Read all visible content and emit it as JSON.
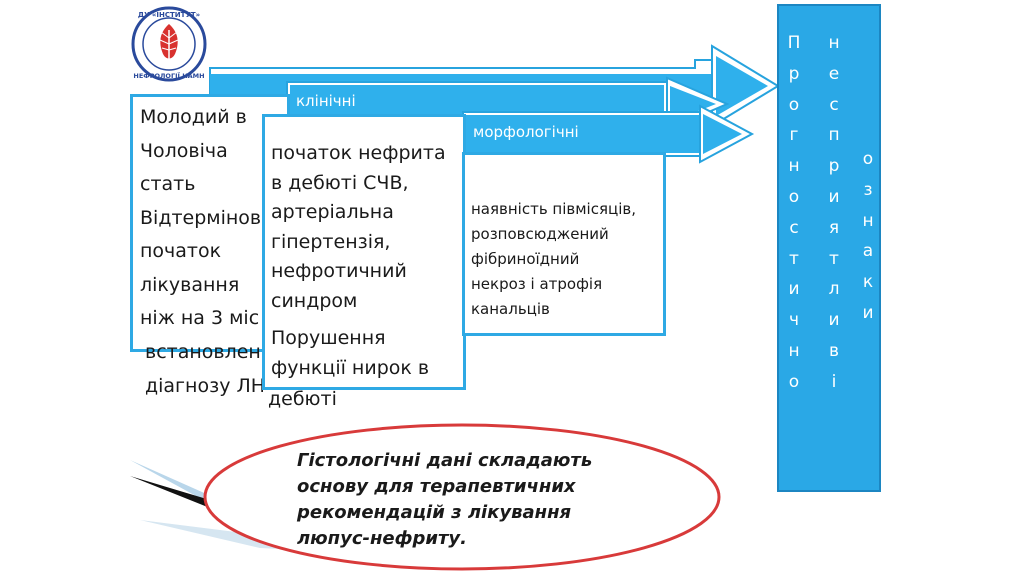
{
  "logo": {
    "ring_text": "ДУ «Інститут нефрології НАМН України»"
  },
  "arrows": {
    "clinical_label": "клінічні",
    "morph_label": "морфологічні"
  },
  "box1": {
    "lines": [
      "Молодий  в",
      "Чоловіча",
      "стать",
      "Відтермінов",
      "початок",
      "лікування",
      "ніж на 3 міс",
      "встановлен",
      "діагнозу ЛН"
    ]
  },
  "box2": {
    "paragraph1": [
      "початок нефрита",
      "в дебюті СЧВ,",
      "артеріальна",
      "гіпертензія,",
      "нефротичний",
      "синдром"
    ],
    "paragraph2": [
      "Порушення",
      "функції нирок в",
      "дебюті"
    ]
  },
  "box3": {
    "lines": [
      "наявність півмісяців,",
      "розповсюджений",
      "фібриноїдний",
      "некроз і атрофія",
      "канальців"
    ]
  },
  "vertical_title": {
    "col1": [
      "П",
      "р",
      "о",
      "г",
      "н",
      "о",
      "с",
      "т",
      "и",
      "ч",
      "н",
      "о"
    ],
    "col2": [
      "н",
      "е",
      "с",
      "п",
      "р",
      "и",
      "я",
      "т",
      "л",
      "и",
      "в",
      "і"
    ],
    "col3": [
      "о",
      "з",
      "н",
      "а",
      "к",
      "и"
    ]
  },
  "ellipse_text": [
    "Гістологічні дані складають",
    "основу для терапевтичних",
    "рекомендацій  з лікування",
    "люпус-нефриту."
  ],
  "colors": {
    "accent": "#2ea9e4",
    "arrow_fill": "#2fb0ec",
    "ellipse": "#d83a3a",
    "panel": "#2aa8e6"
  }
}
